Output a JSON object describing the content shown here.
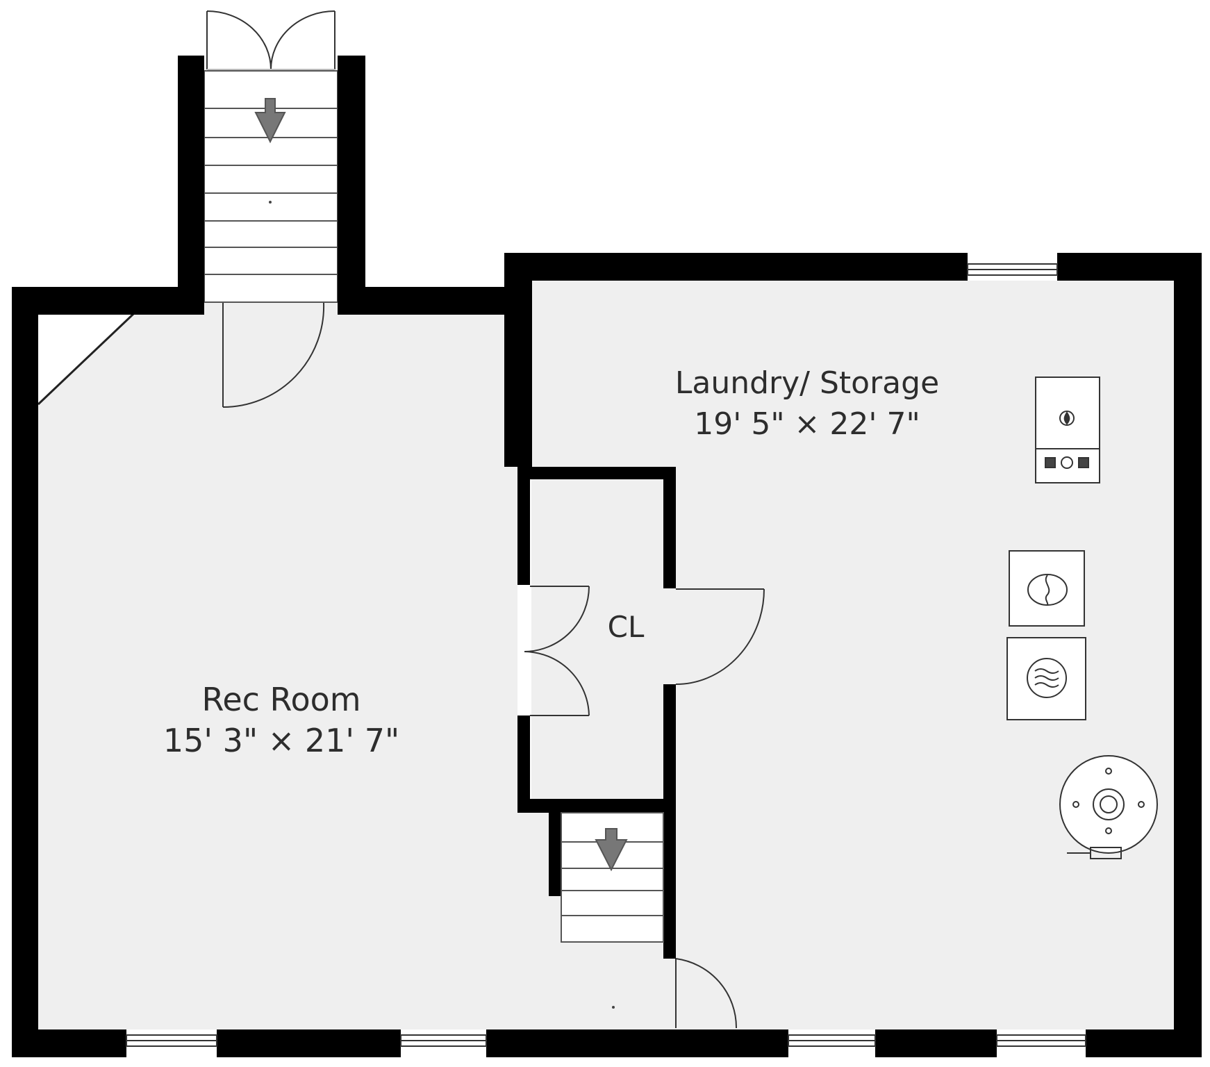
{
  "rooms": {
    "rec_room": {
      "name": "Rec Room",
      "dims": "15' 3\" × 21' 7\""
    },
    "laundry": {
      "name": "Laundry/ Storage",
      "dims": "19' 5\" × 22' 7\""
    },
    "closet": {
      "name": "CL"
    }
  },
  "colors": {
    "wall": "#000000",
    "floor": "#efefef",
    "stair_arrow": "#777777",
    "line": "#333333"
  },
  "fixtures": [
    "water-heater-icon",
    "dryer-icon",
    "washer-icon",
    "boiler-icon",
    "stair-arrow-icon"
  ]
}
